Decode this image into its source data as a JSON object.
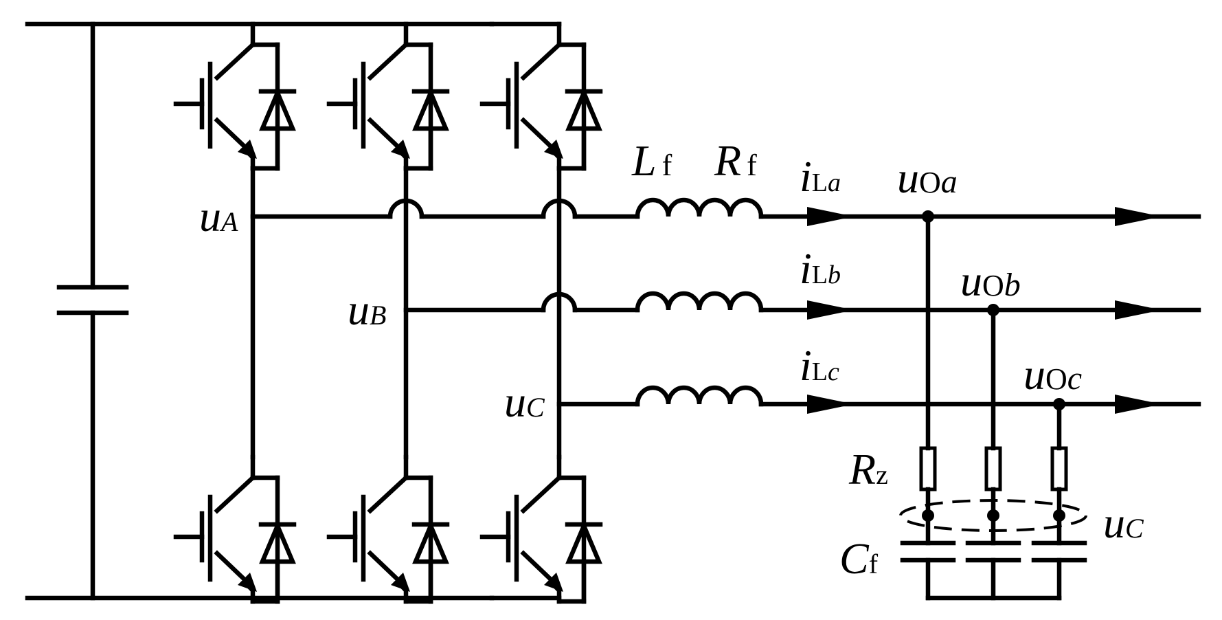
{
  "labels": {
    "uA": {
      "main": "u",
      "sub": "A"
    },
    "uB": {
      "main": "u",
      "sub": "B"
    },
    "uC": {
      "main": "u",
      "sub": "C"
    },
    "Lf": {
      "main": "L",
      "sub": "f"
    },
    "Rf": {
      "main": "R",
      "sub": "f"
    },
    "iLa": {
      "main": "i",
      "sub1": "L",
      "sub2": "a"
    },
    "iLb": {
      "main": "i",
      "sub1": "L",
      "sub2": "b"
    },
    "iLc": {
      "main": "i",
      "sub1": "L",
      "sub2": "c"
    },
    "uOa": {
      "main": "u",
      "sub1": "O",
      "sub2": "a"
    },
    "uOb": {
      "main": "u",
      "sub1": "O",
      "sub2": "b"
    },
    "uOc": {
      "main": "u",
      "sub1": "O",
      "sub2": "c"
    },
    "Rz": {
      "main": "R",
      "sub": "z"
    },
    "Cf": {
      "main": "C",
      "sub": "f"
    },
    "uc": {
      "main": "u",
      "sub": "C"
    }
  }
}
